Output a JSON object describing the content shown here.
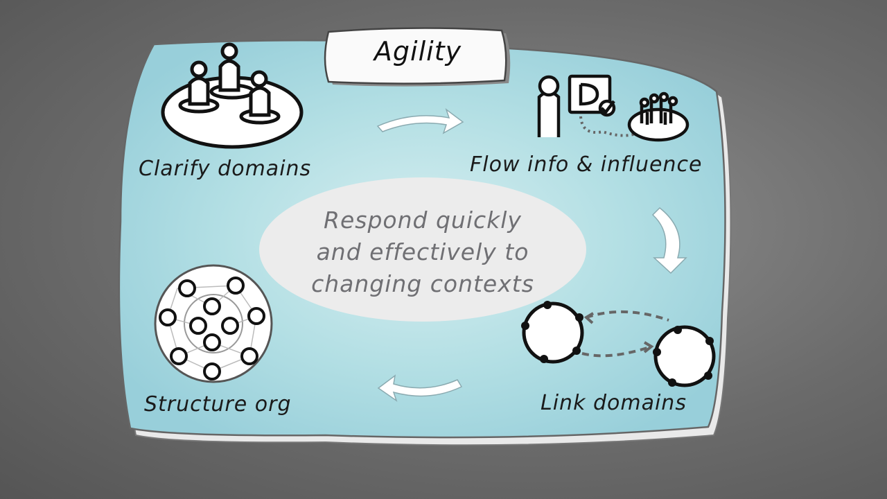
{
  "diagram": {
    "title": "Agility",
    "center": {
      "line1": "Respond quickly",
      "line2": "and effectively to",
      "line3": "changing contexts"
    },
    "steps": [
      {
        "label": "Clarify domains"
      },
      {
        "label": "Flow info & influence"
      },
      {
        "label": "Link domains"
      },
      {
        "label": "Structure org"
      }
    ]
  },
  "colors": {
    "card": "#9fd3dd",
    "card_center": "#cfe9ec",
    "ellipse": "#ececec",
    "ink": "#111111",
    "arrow": "#ffffff"
  }
}
